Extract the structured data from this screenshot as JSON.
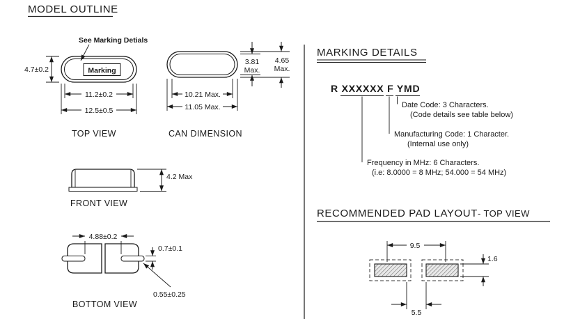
{
  "page": {
    "background": "#ffffff",
    "ink": "#1a1a1a"
  },
  "model_outline": {
    "title": "MODEL OUTLINE",
    "top_view": {
      "label": "TOP VIEW",
      "marking_text": "Marking",
      "callout": "See Marking Detials",
      "dim_height": "4.7±0.2",
      "dim_width_inner": "11.2±0.2",
      "dim_width_outer": "12.5±0.5"
    },
    "can_dimension": {
      "label": "CAN DIMENSION",
      "dim_width_inner": "10.21 Max.",
      "dim_width_outer": "11.05 Max.",
      "dim_height_inner_value": "3.81",
      "dim_height_inner_unit": "Max.",
      "dim_height_outer_value": "4.65",
      "dim_height_outer_unit": "Max."
    },
    "front_view": {
      "label": "FRONT VIEW",
      "dim_height": "4.2 Max"
    },
    "bottom_view": {
      "label": "BOTTOM VIEW",
      "dim_lead_spacing": "4.88±0.2",
      "dim_lead_width": "0.7±0.1",
      "dim_lead_thickness": "0.55±0.25"
    }
  },
  "marking_details": {
    "title": "MARKING DETAILS",
    "code": "R XXXXXX F YMD",
    "date_code": [
      "Date Code: 3 Characters.",
      "(Code details see table below)"
    ],
    "manufacturing_code": [
      "Manufacturing Code: 1 Character.",
      "(Internal use only)"
    ],
    "frequency": [
      "Frequency in MHz: 6 Characters.",
      "(i.e: 8.0000 = 8 MHz; 54.000 = 54 MHz)"
    ]
  },
  "pad_layout": {
    "title": "RECOMMENDED PAD LAYOUT",
    "subtitle": "- TOP VIEW",
    "dim_span": "9.5",
    "dim_pad_height": "1.6",
    "dim_gap": "5.5"
  }
}
